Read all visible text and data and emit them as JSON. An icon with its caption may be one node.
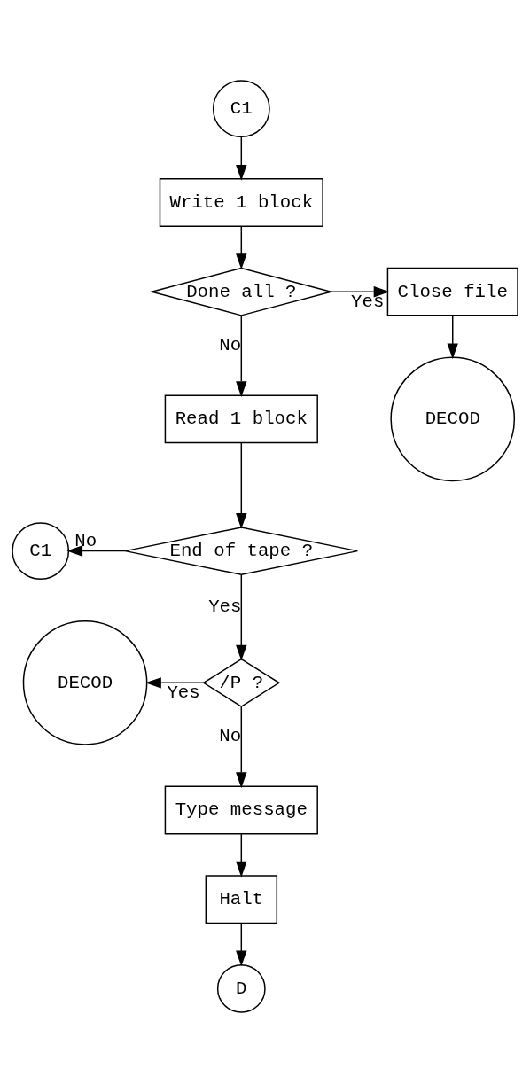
{
  "diagram": {
    "nodes": [
      {
        "text": [
          "C1"
        ]
      },
      {
        "text": [
          "Write 1 block"
        ]
      },
      {
        "text": [
          "Done all ?"
        ]
      },
      {
        "text": [
          "Close file"
        ]
      },
      {
        "text": [
          "DECOD"
        ]
      },
      {
        "text": [
          "Read 1 block"
        ]
      },
      {
        "text": [
          "End of tape ?"
        ]
      },
      {
        "text": [
          "C1"
        ]
      },
      {
        "text": [
          "/P ?"
        ]
      },
      {
        "text": [
          "DECOD"
        ]
      },
      {
        "text": [
          "Type message"
        ]
      },
      {
        "text": [
          "Halt"
        ]
      },
      {
        "text": [
          "D"
        ]
      }
    ],
    "edges": [
      {
        "from": 0,
        "to": 1,
        "arrow": "to"
      },
      {
        "from": 1,
        "to": 2,
        "arrow": "to"
      },
      {
        "from": 2,
        "to": 3,
        "arrow": "to",
        "label": "Yes"
      },
      {
        "from": 3,
        "to": 4,
        "arrow": "to"
      },
      {
        "from": 2,
        "to": 5,
        "arrow": "to",
        "label": "No"
      },
      {
        "from": 5,
        "to": 6,
        "arrow": "to"
      },
      {
        "from": 6,
        "to": 7,
        "arrow": "to",
        "label": "No"
      },
      {
        "from": 6,
        "to": 8,
        "arrow": "to",
        "label": "Yes"
      },
      {
        "from": 8,
        "to": 9,
        "arrow": "to",
        "label": "Yes"
      },
      {
        "from": 8,
        "to": 10,
        "arrow": "to",
        "label": "No"
      },
      {
        "from": 10,
        "to": 11,
        "arrow": "to"
      },
      {
        "from": 11,
        "to": 12,
        "arrow": "to"
      }
    ]
  }
}
